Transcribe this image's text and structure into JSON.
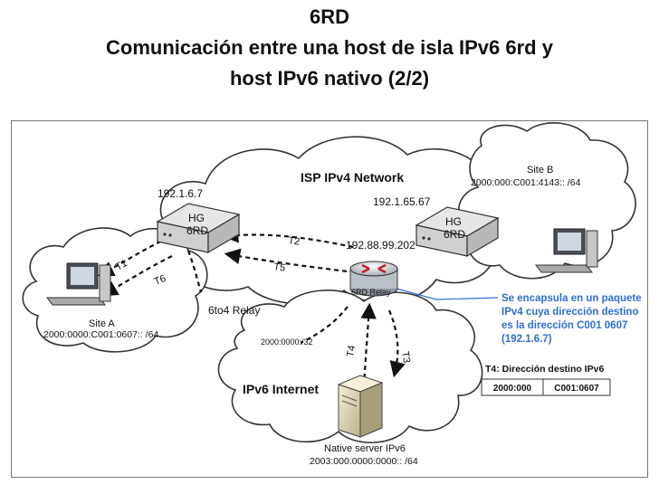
{
  "title": {
    "line1": "6RD",
    "line2": "Comunicación entre una host de isla IPv6 6rd y",
    "line3": "host IPv6 nativo (2/2)"
  },
  "diagram": {
    "isp_network_label": "ISP IPv4 Network",
    "ipv6_internet_label": "IPv6 Internet",
    "hg_left": {
      "line1": "HG",
      "line2": "6RD",
      "ip": "192.1.6.7"
    },
    "hg_right": {
      "line1": "HG",
      "line2": "6RD",
      "ip": "192.1.65.67"
    },
    "relay": {
      "label": "6RD Relay",
      "ip": "192.88.99.202",
      "caption": "6to4 Relay"
    },
    "site_a": {
      "name": "Site A",
      "prefix": "2000:0000:C001:0607:: /64"
    },
    "site_b": {
      "name": "Site B",
      "prefix": "2000:000:C001:4143:: /64"
    },
    "relay_prefix": "2000:0000:/32",
    "server": {
      "name": "Native server IPv6",
      "prefix": "2003:000:0000:0000:: /64"
    },
    "arrows": {
      "t1": "T1",
      "t2": "T2",
      "t3": "T3",
      "t4": "T4",
      "t5": "T5",
      "t6": "T6"
    },
    "note": {
      "line1": "Se encapsula en un paquete",
      "line2": "IPv4 cuya dirección destino",
      "line3": "es la dirección C001 0607",
      "line4": "(192.1.6.7)",
      "color": "#2f6fd6"
    },
    "t4_table": {
      "caption": "T4: Dirección destino IPv6",
      "cells": [
        "2000:000",
        "C001:0607"
      ]
    }
  }
}
